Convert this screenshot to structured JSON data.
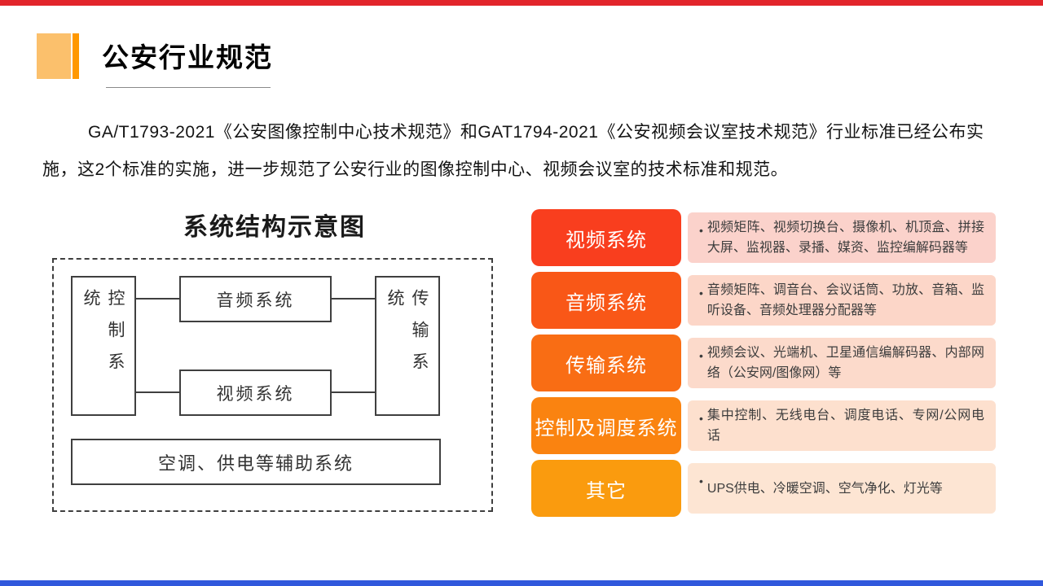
{
  "slide": {
    "top_bar_color": "#E2252B",
    "bottom_bar_color": "#3058DC"
  },
  "header": {
    "title": "公安行业规范",
    "accent_light_color": "#FBC06C",
    "accent_dark_color": "#FF9800"
  },
  "intro": {
    "text": "GA/T1793-2021《公安图像控制中心技术规范》和GAT1794-2021《公安视频会议室技术规范》行业标准已经公布实施，这2个标准的实施，进一步规范了公安行业的图像控制中心、视频会议室的技术标准和规范。"
  },
  "diagram": {
    "title": "系统结构示意图",
    "boxes": {
      "control": "控制系统",
      "audio": "音频系统",
      "video": "视频系统",
      "transport": "传输系统",
      "aux": "空调、供电等辅助系统"
    }
  },
  "right_panel": {
    "bullet": "•",
    "rows": [
      {
        "label": "视频系统",
        "desc": "视频矩阵、视频切换台、摄像机、机顶盒、拼接大屏、监视器、录播、媒资、监控编解码器等",
        "label_color": "#F93E1E",
        "desc_bg": "#FBD2CB"
      },
      {
        "label": "音频系统",
        "desc": "音频矩阵、调音台、会议话筒、功放、音箱、监听设备、音频处理器分配器等",
        "label_color": "#F95717",
        "desc_bg": "#FCD6C8"
      },
      {
        "label": "传输系统",
        "desc": "视频会议、光端机、卫星通信编解码器、内部网络（公安网/图像网）等",
        "label_color": "#F96D14",
        "desc_bg": "#FCDACB"
      },
      {
        "label": "控制及调度系统",
        "desc": "集中控制、无线电台、调度电话、专网/公网电话",
        "label_color": "#FA8310",
        "desc_bg": "#FDE0CE"
      },
      {
        "label": "其它",
        "desc": "UPS供电、冷暖空调、空气净化、灯光等",
        "label_color": "#FA9B0E",
        "desc_bg": "#FDE5D3"
      }
    ]
  }
}
